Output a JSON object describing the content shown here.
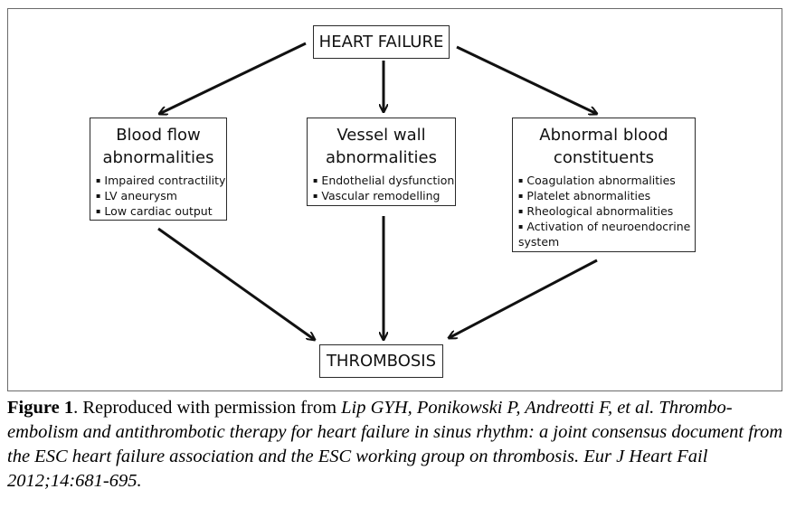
{
  "diagram": {
    "top": {
      "label": "HEART FAILURE"
    },
    "bottom": {
      "label": "THROMBOSIS"
    },
    "boxes": [
      {
        "title_line1": "Blood flow",
        "title_line2": "abnormalities",
        "items": [
          "Impaired contractility",
          "LV aneurysm",
          "Low cardiac output"
        ]
      },
      {
        "title_line1": "Vessel wall",
        "title_line2": "abnormalities",
        "items": [
          "Endothelial dysfunction",
          "Vascular remodelling"
        ]
      },
      {
        "title_line1": "Abnormal blood",
        "title_line2": "constituents",
        "items": [
          "Coagulation abnormalities",
          "Platelet abnormalities",
          "Rheological abnormalities",
          "Activation of neuroendocrine",
          "system"
        ]
      }
    ],
    "bullet_symbol": "▪"
  },
  "caption": {
    "label": "Figure 1",
    "plain": ". Reproduced with permission from ",
    "citation": "Lip GYH, Ponikowski P, Andreotti F, et al. Thrombo-embolism and antithrombotic therapy for heart failure in sinus rhythm: a joint consensus document from the ESC heart failure association and the ESC working group on thrombosis. Eur J Heart Fail 2012;14:681-695."
  }
}
